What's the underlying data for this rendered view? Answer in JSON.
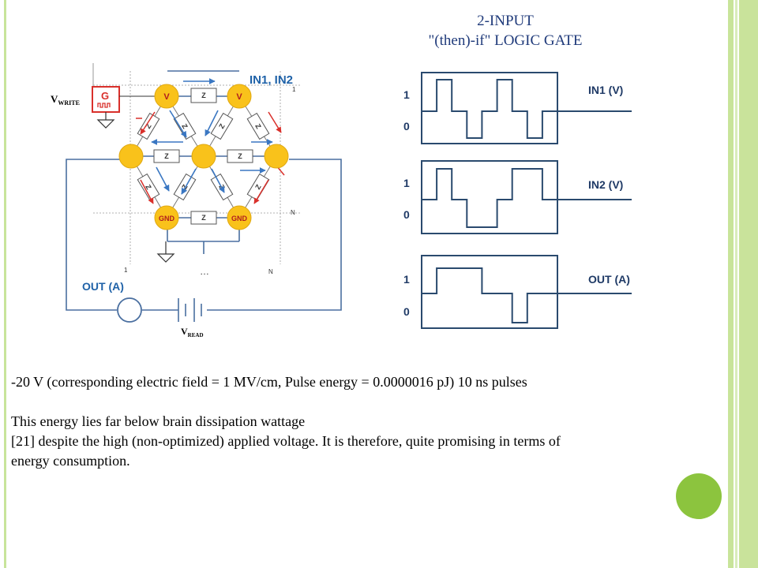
{
  "title": {
    "line1": "2-INPUT",
    "line2": "\"(then)-if\" LOGIC GATE"
  },
  "circuit": {
    "vwrite_label": "V",
    "vwrite_sub": "WRITE",
    "generator_label": "G",
    "node_v": "V",
    "node_gnd": "GND",
    "impedance_label": "Z",
    "inputs_label": "IN1, IN2",
    "index_one": "1",
    "index_n": "N",
    "ellipsis": "…",
    "out_label": "OUT (A)",
    "vread_label": "V",
    "vread_sub": "READ",
    "colors": {
      "node": "#f9c21b",
      "node_text": "#b11d1d",
      "blue_arrow": "#3a77c2",
      "red_arrow": "#d9302b",
      "label_blue": "#1f62a8",
      "wire": "#4a6fa0",
      "grid": "#888888"
    }
  },
  "waveforms": {
    "level_high": "1",
    "level_low": "0",
    "panels": [
      {
        "label": "IN1 (V)",
        "sequence": [
          0,
          1,
          0,
          -1,
          0,
          1,
          0,
          -1,
          0
        ]
      },
      {
        "label": "IN2 (V)",
        "sequence": [
          0,
          1,
          0,
          -1,
          -1,
          0,
          1,
          1,
          0
        ]
      },
      {
        "label": "OUT (A)",
        "sequence": [
          0,
          1,
          1,
          1,
          0,
          0,
          -1,
          0,
          0
        ]
      }
    ],
    "colors": {
      "frame": "#2a4a6e",
      "signal": "#2a4a6e",
      "label": "#1f3a66"
    }
  },
  "body": {
    "line1": "-20 V (corresponding electric field = 1 MV/cm, Pulse energy = 0.0000016 pJ) 10 ns pulses",
    "line2": "This energy lies far below brain dissipation wattage",
    "line3": " [21] despite the high (non-optimized) applied voltage. It is therefore, quite promising in terms of",
    "line4": "energy consumption."
  },
  "theme": {
    "accent_green": "#8cc43e",
    "stripe_green": "#c8e49a",
    "title_color": "#1f3a7a"
  }
}
